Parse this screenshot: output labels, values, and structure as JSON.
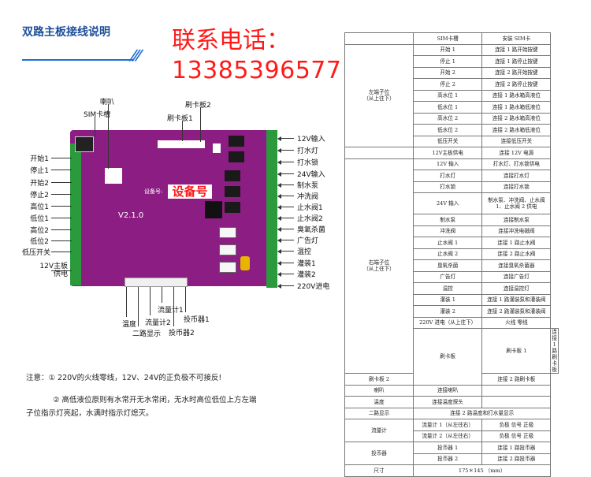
{
  "title": "双路主板接线说明",
  "contact": {
    "line1": "联系电话：",
    "line2": "13385396577"
  },
  "board": {
    "device_label": "设备号",
    "device_small": "设备号:",
    "version": "V2.1.0",
    "top_labels": {
      "sim": "SIM卡槽",
      "speaker": "喇叭",
      "card1": "刷卡板1",
      "card2": "刷卡板2"
    },
    "left_labels": [
      "开始1",
      "停止1",
      "开始2",
      "停止2",
      "高位1",
      "低位1",
      "高位2",
      "低位2",
      "低压开关"
    ],
    "left_power": [
      "12V主板",
      "供电"
    ],
    "right_labels": [
      "12V输入",
      "打水灯",
      "打水锁",
      "24V输入",
      "制水泵",
      "冲洗阀",
      "止水阀1",
      "止水阀2",
      "臭氧杀菌",
      "广告灯",
      "温控",
      "灌装1",
      "灌装2",
      "220V进电"
    ],
    "bottom_labels": {
      "temp": "温度",
      "dual": "二路显示",
      "flow2": "流量计2",
      "flow1": "流量计1",
      "coin2": "投币器2",
      "coin1": "投币器1"
    }
  },
  "notes": {
    "prefix": "注意：",
    "n1": "① 220V的火线零线，12V、24V的正负极不可接反!",
    "n2": "② 高低液位原则有水常开无水常闭，无水时高位低位上方左端",
    "n3": "子位指示灯亮起，水满时指示灯熄灭。"
  },
  "table": {
    "rows": [
      {
        "group": "",
        "c1": "SIM卡槽",
        "c2": "安装 SIM卡"
      },
      {
        "group": "左端子位\n（从上往下）",
        "span": 9,
        "c1": "开始 1",
        "c2": "连接 1 路开始按键"
      },
      {
        "c1": "停止 1",
        "c2": "连接 1 路停止按键"
      },
      {
        "c1": "开始 2",
        "c2": "连接 2 路开始按键"
      },
      {
        "c1": "停止 2",
        "c2": "连接 2 路停止按键"
      },
      {
        "c1": "高水位 1",
        "c2": "连接 1 路水箱高液位"
      },
      {
        "c1": "低水位 1",
        "c2": "连接 1 路水箱低液位"
      },
      {
        "c1": "高水位 2",
        "c2": "连接 2 路水箱高液位"
      },
      {
        "c1": "低水位 2",
        "c2": "连接 2 路水箱低液位"
      },
      {
        "c1": "低压开关",
        "c2": "连接低压开关"
      },
      {
        "group": "",
        "c1": "12V主板供电",
        "c2": "连接 12V 电源"
      },
      {
        "group": "右端子位\n（从上往下）",
        "span": 15,
        "c1": "12V 输入",
        "c2": "打水灯、打水锁供电"
      },
      {
        "c1": "打水灯",
        "c2": "连接打水灯"
      },
      {
        "c1": "打水锁",
        "c2": "连接打水锁"
      },
      {
        "c1": "24V 输入",
        "c2": "制水泵、冲洗阀、止水阀 1、止水阀 2 供电",
        "tall": true
      },
      {
        "c1": "制水泵",
        "c2": "连接制水泵"
      },
      {
        "c1": "冲洗阀",
        "c2": "连接冲洗电磁阀"
      },
      {
        "c1": "止水阀 1",
        "c2": "连接 1 路止水阀"
      },
      {
        "c1": "止水阀 2",
        "c2": "连接 2 路止水阀"
      },
      {
        "c1": "臭氧杀菌",
        "c2": "连接臭氧杀菌器"
      },
      {
        "c1": "广告灯",
        "c2": "连接广告灯"
      },
      {
        "c1": "温控",
        "c2": "连接温控灯"
      },
      {
        "c1": "灌装 1",
        "c2": "连接 1 路灌装泵和灌装阀"
      },
      {
        "c1": "灌装 2",
        "c2": "连接 2 路灌装泵和灌装阀"
      },
      {
        "c1": "220V 进电（从上往下）",
        "c2": "火线    零线"
      },
      {
        "group": "刷卡板",
        "span": 2,
        "c1": "刷卡板 1",
        "c2": "连接 1 路刷卡板"
      },
      {
        "c1": "刷卡板 2",
        "c2": "连接 2 路刷卡板"
      },
      {
        "group": "喇叭",
        "c1": "连接喇叭",
        "c2": ""
      },
      {
        "group": "温度",
        "c1": "连接温度探头",
        "c2": ""
      },
      {
        "group": "二路显示",
        "c1": "连接 2 路温度和打水量显示",
        "merge": true
      },
      {
        "group": "流量计",
        "span": 2,
        "c1": "流量计 1（从左往右）",
        "c2": "负极  信号  正极"
      },
      {
        "c1": "流量计 2（从左往右）",
        "c2": "负极  信号  正极"
      },
      {
        "group": "投币器",
        "span": 2,
        "c1": "投币器 1",
        "c2": "连接 1 路投币器"
      },
      {
        "c1": "投币器 2",
        "c2": "连接 2 路投币器"
      },
      {
        "group": "尺寸",
        "c1": "175＊145 （mm）",
        "merge": true
      }
    ]
  },
  "colors": {
    "board": "#8c1d83",
    "terminal": "#2a9a3c",
    "contact": "#ff1a1a",
    "title": "#1f4e9a",
    "accent": "#1f6fd6"
  }
}
